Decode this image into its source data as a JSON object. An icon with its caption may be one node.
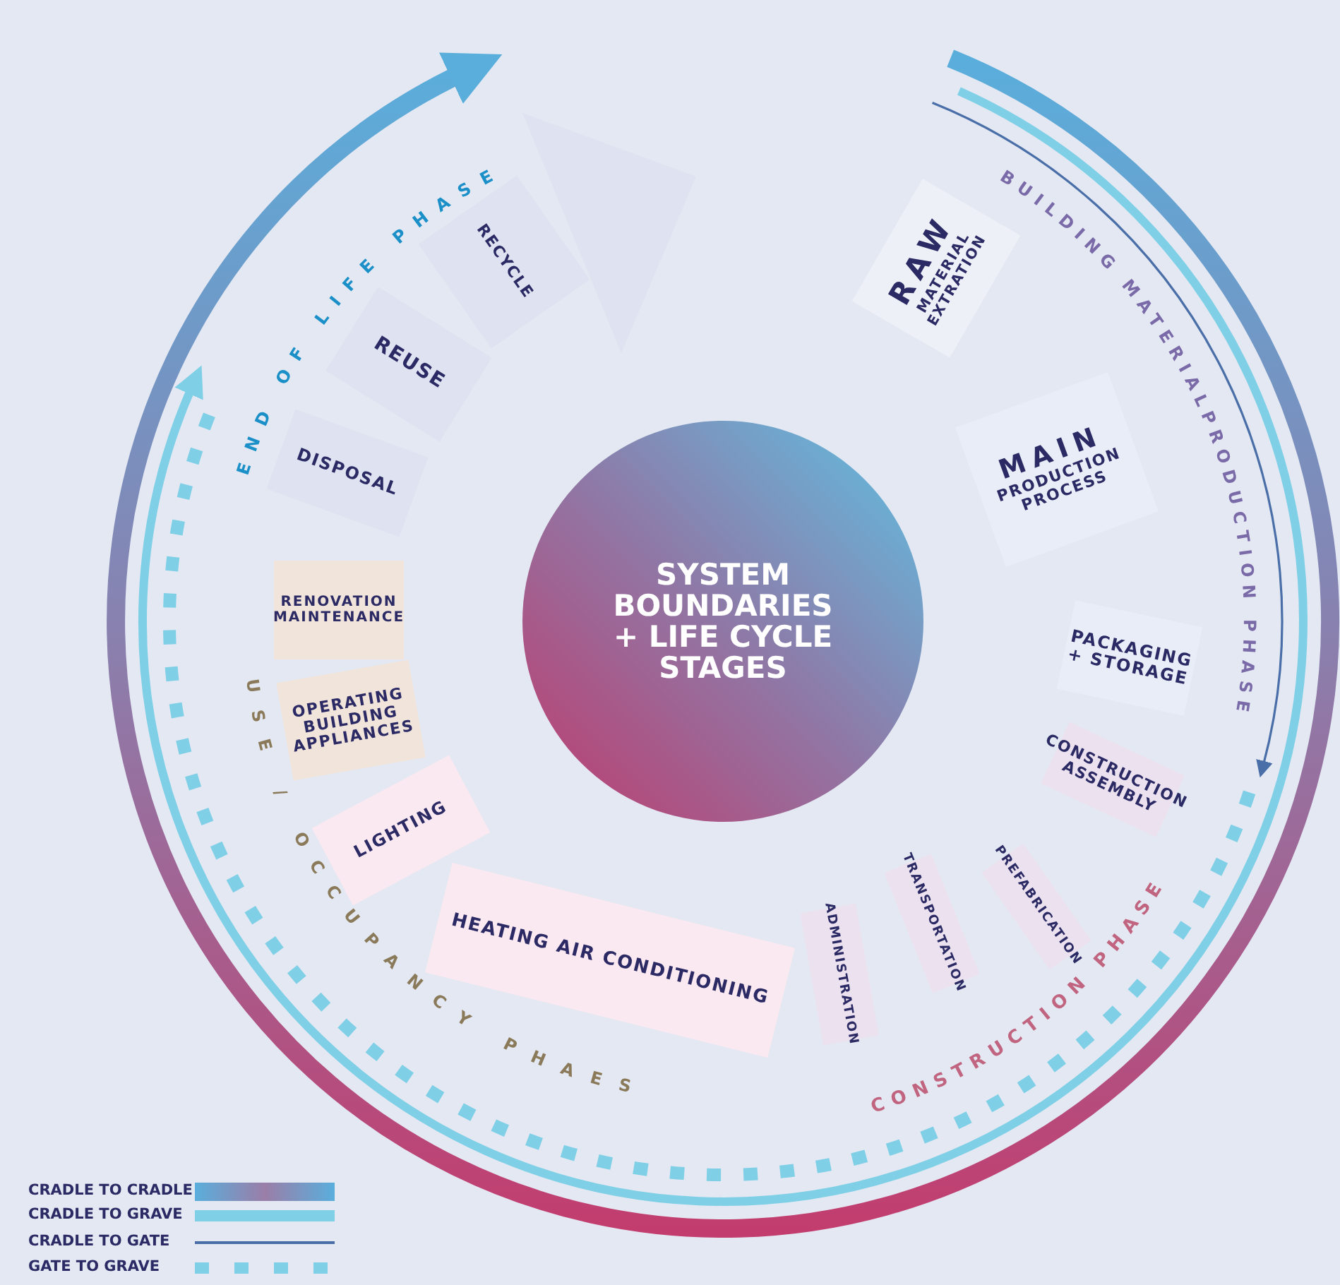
{
  "diagram": {
    "nodes": [
      {
        "text": [
          "SYSTEM BOUNDARIES + LIFE CYCLE STAGES"
        ]
      },
      {
        "text": [
          "RAW",
          "MATERIAL EXTRATION"
        ]
      },
      {
        "text": [
          "MAIN",
          "PRODUCTION PROCESS"
        ]
      },
      {
        "text": [
          "PACKAGING + STORAGE"
        ]
      },
      {
        "text": [
          "CONSTRUCTION ASSEMBLY"
        ]
      },
      {
        "text": [
          "PREFABRICATION"
        ]
      },
      {
        "text": [
          "TRANSPORTATION"
        ]
      },
      {
        "text": [
          "ADMINISTRATION"
        ]
      },
      {
        "text": [
          "HEATING AIR CONDITIONING"
        ]
      },
      {
        "text": [
          "LIGHTING"
        ]
      },
      {
        "text": [
          "OPERATING BUILDING APPLIANCES"
        ]
      },
      {
        "text": [
          "RENOVATION MAINTENANCE"
        ]
      },
      {
        "text": [
          "DISPOSAL"
        ]
      },
      {
        "text": [
          "REUSE"
        ]
      },
      {
        "text": [
          "RECYCLE"
        ]
      },
      {
        "text": [],
        "shape": "triangle"
      }
    ],
    "labels": [
      "END OF LIFE PHASE",
      "BUILDING MATERIALPRODUCTION PHASE",
      "USE / OCCUPANCY PHAES",
      "CONSTRUCTION PHASE"
    ],
    "legend": [
      {
        "text": "CRADLE TO CRADLE"
      },
      {
        "text": "CRADLE TO GRAVE"
      },
      {
        "text": "CRADLE TO GATE"
      },
      {
        "text": "GATE TO GRAVE"
      }
    ]
  }
}
